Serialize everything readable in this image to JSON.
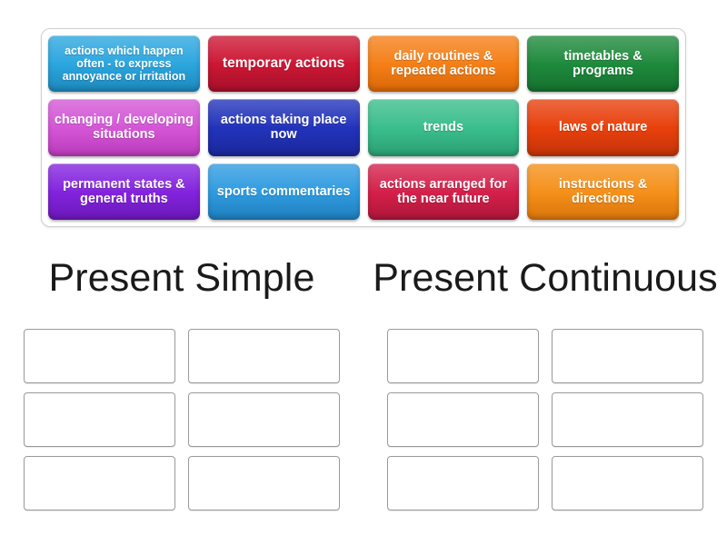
{
  "activity": {
    "type": "group-sort",
    "tiles": [
      {
        "label": "actions which happen often - to express annoyance or irritation",
        "color": "#2BA6DE",
        "color_dark": "#1C87BB",
        "size": "sm"
      },
      {
        "label": "temporary actions",
        "color": "#CC1734",
        "color_dark": "#A5102A",
        "size": "lg"
      },
      {
        "label": "daily routines & repeated actions",
        "color": "#F57F17",
        "color_dark": "#D96708",
        "size": "md"
      },
      {
        "label": "timetables & programs",
        "color": "#1E8A3C",
        "color_dark": "#16702F",
        "size": "md"
      },
      {
        "label": "changing / developing situations",
        "color": "#D456D6",
        "color_dark": "#B93ABA",
        "size": "md"
      },
      {
        "label": "actions taking place now",
        "color": "#2233BB",
        "color_dark": "#1A2799",
        "size": "md"
      },
      {
        "label": "trends",
        "color": "#3ABE8C",
        "color_dark": "#2A9E72",
        "size": "md"
      },
      {
        "label": "laws of nature",
        "color": "#E8400C",
        "color_dark": "#C23309",
        "size": "md"
      },
      {
        "label": "permanent states & general truths",
        "color": "#8323DE",
        "color_dark": "#6A18B8",
        "size": "md"
      },
      {
        "label": "sports commentaries",
        "color": "#2F9BE0",
        "color_dark": "#1F7EBC",
        "size": "md"
      },
      {
        "label": "actions arranged for the near future",
        "color": "#D4204A",
        "color_dark": "#AE1639",
        "size": "md"
      },
      {
        "label": "instructions & directions",
        "color": "#F5901A",
        "color_dark": "#D9740A",
        "size": "md"
      }
    ],
    "categories": [
      {
        "title": "Present Simple",
        "zones": 6
      },
      {
        "title": "Present Continuous",
        "zones": 6
      }
    ]
  }
}
